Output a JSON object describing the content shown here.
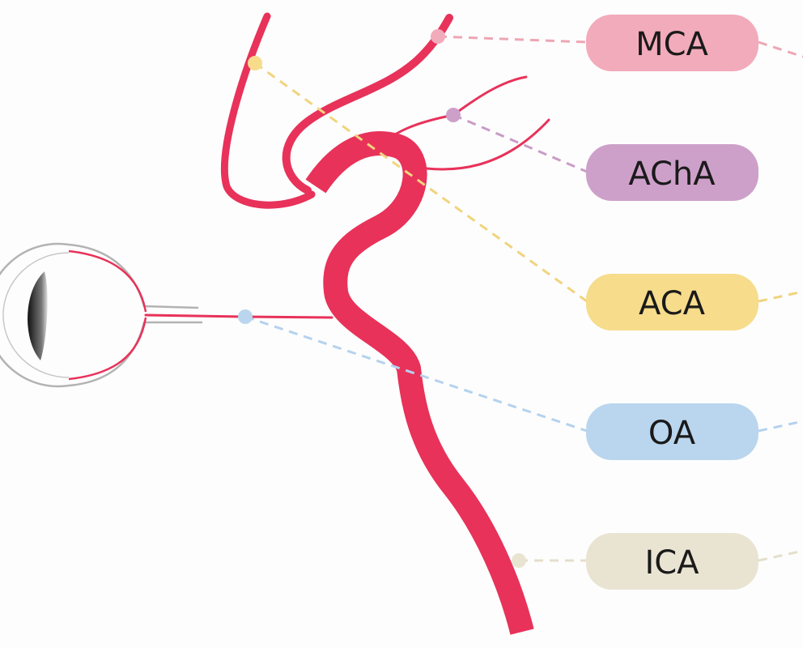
{
  "labels": [
    {
      "id": "mca",
      "text": "MCA",
      "color": "#f2abbb",
      "line": "#eea6b4"
    },
    {
      "id": "acha",
      "text": "AChA",
      "color": "#cda0c9",
      "line": "#c99cc6"
    },
    {
      "id": "aca",
      "text": "ACA",
      "color": "#f6dc8b",
      "line": "#f0d47e"
    },
    {
      "id": "oa",
      "text": "OA",
      "color": "#bad6ee",
      "line": "#b5d2ee"
    },
    {
      "id": "ica",
      "text": "ICA",
      "color": "#e9e4d2",
      "line": "#e4dfcb"
    }
  ],
  "colors": {
    "artery": "#e8325a",
    "eye_outline": "#b3b3b3",
    "background": "#fdfdfd"
  },
  "icons": {
    "eye": "eye-icon"
  }
}
